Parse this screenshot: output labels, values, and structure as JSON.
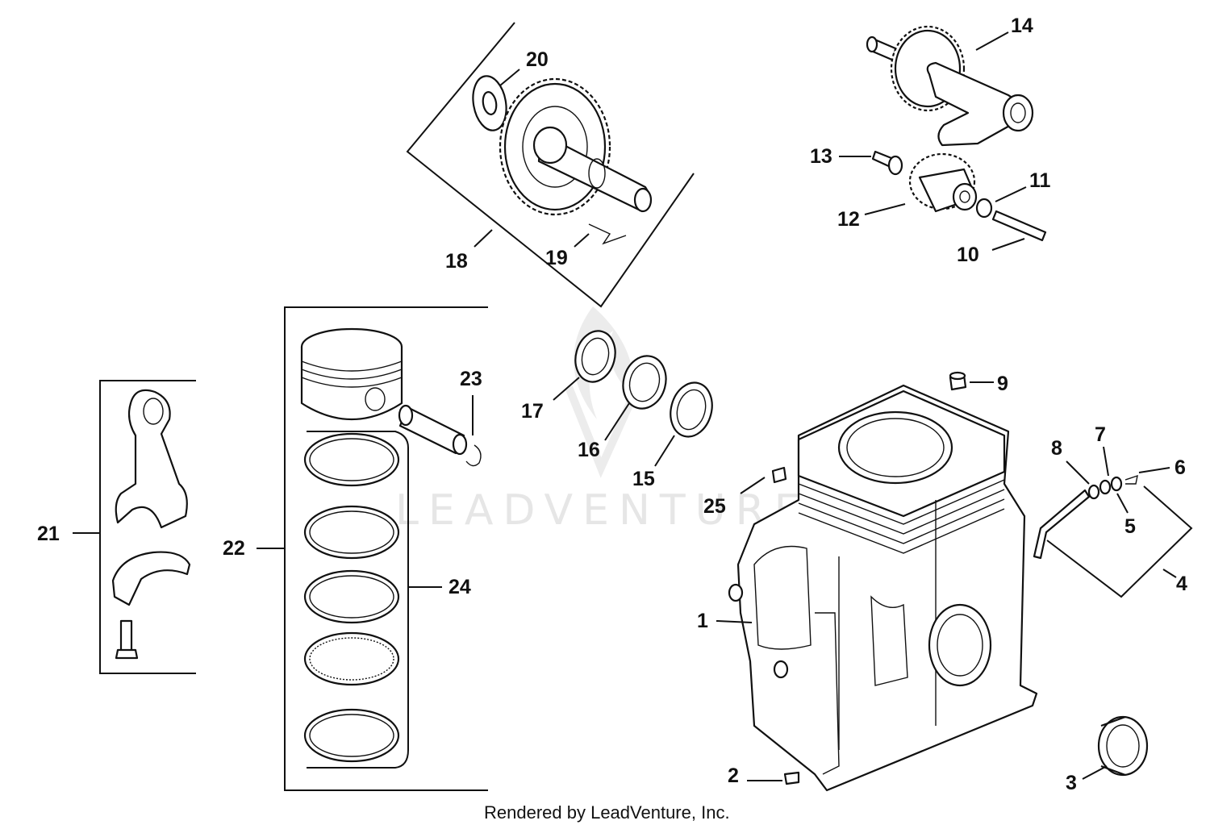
{
  "callouts": [
    {
      "id": "1",
      "label": "1"
    },
    {
      "id": "2",
      "label": "2"
    },
    {
      "id": "3",
      "label": "3"
    },
    {
      "id": "4",
      "label": "4"
    },
    {
      "id": "5",
      "label": "5"
    },
    {
      "id": "6",
      "label": "6"
    },
    {
      "id": "7",
      "label": "7"
    },
    {
      "id": "8",
      "label": "8"
    },
    {
      "id": "9",
      "label": "9"
    },
    {
      "id": "10",
      "label": "10"
    },
    {
      "id": "11",
      "label": "11"
    },
    {
      "id": "12",
      "label": "12"
    },
    {
      "id": "13",
      "label": "13"
    },
    {
      "id": "14",
      "label": "14"
    },
    {
      "id": "15",
      "label": "15"
    },
    {
      "id": "16",
      "label": "16"
    },
    {
      "id": "17",
      "label": "17"
    },
    {
      "id": "18",
      "label": "18"
    },
    {
      "id": "19",
      "label": "19"
    },
    {
      "id": "20",
      "label": "20"
    },
    {
      "id": "21",
      "label": "21"
    },
    {
      "id": "22",
      "label": "22"
    },
    {
      "id": "23",
      "label": "23"
    },
    {
      "id": "24",
      "label": "24"
    },
    {
      "id": "25",
      "label": "25"
    }
  ],
  "watermark": "LEADVENTURE",
  "footer": "Rendered by LeadVenture, Inc.",
  "colors": {
    "ink": "#111111",
    "background": "#ffffff",
    "watermark": "#e6e6e6"
  }
}
